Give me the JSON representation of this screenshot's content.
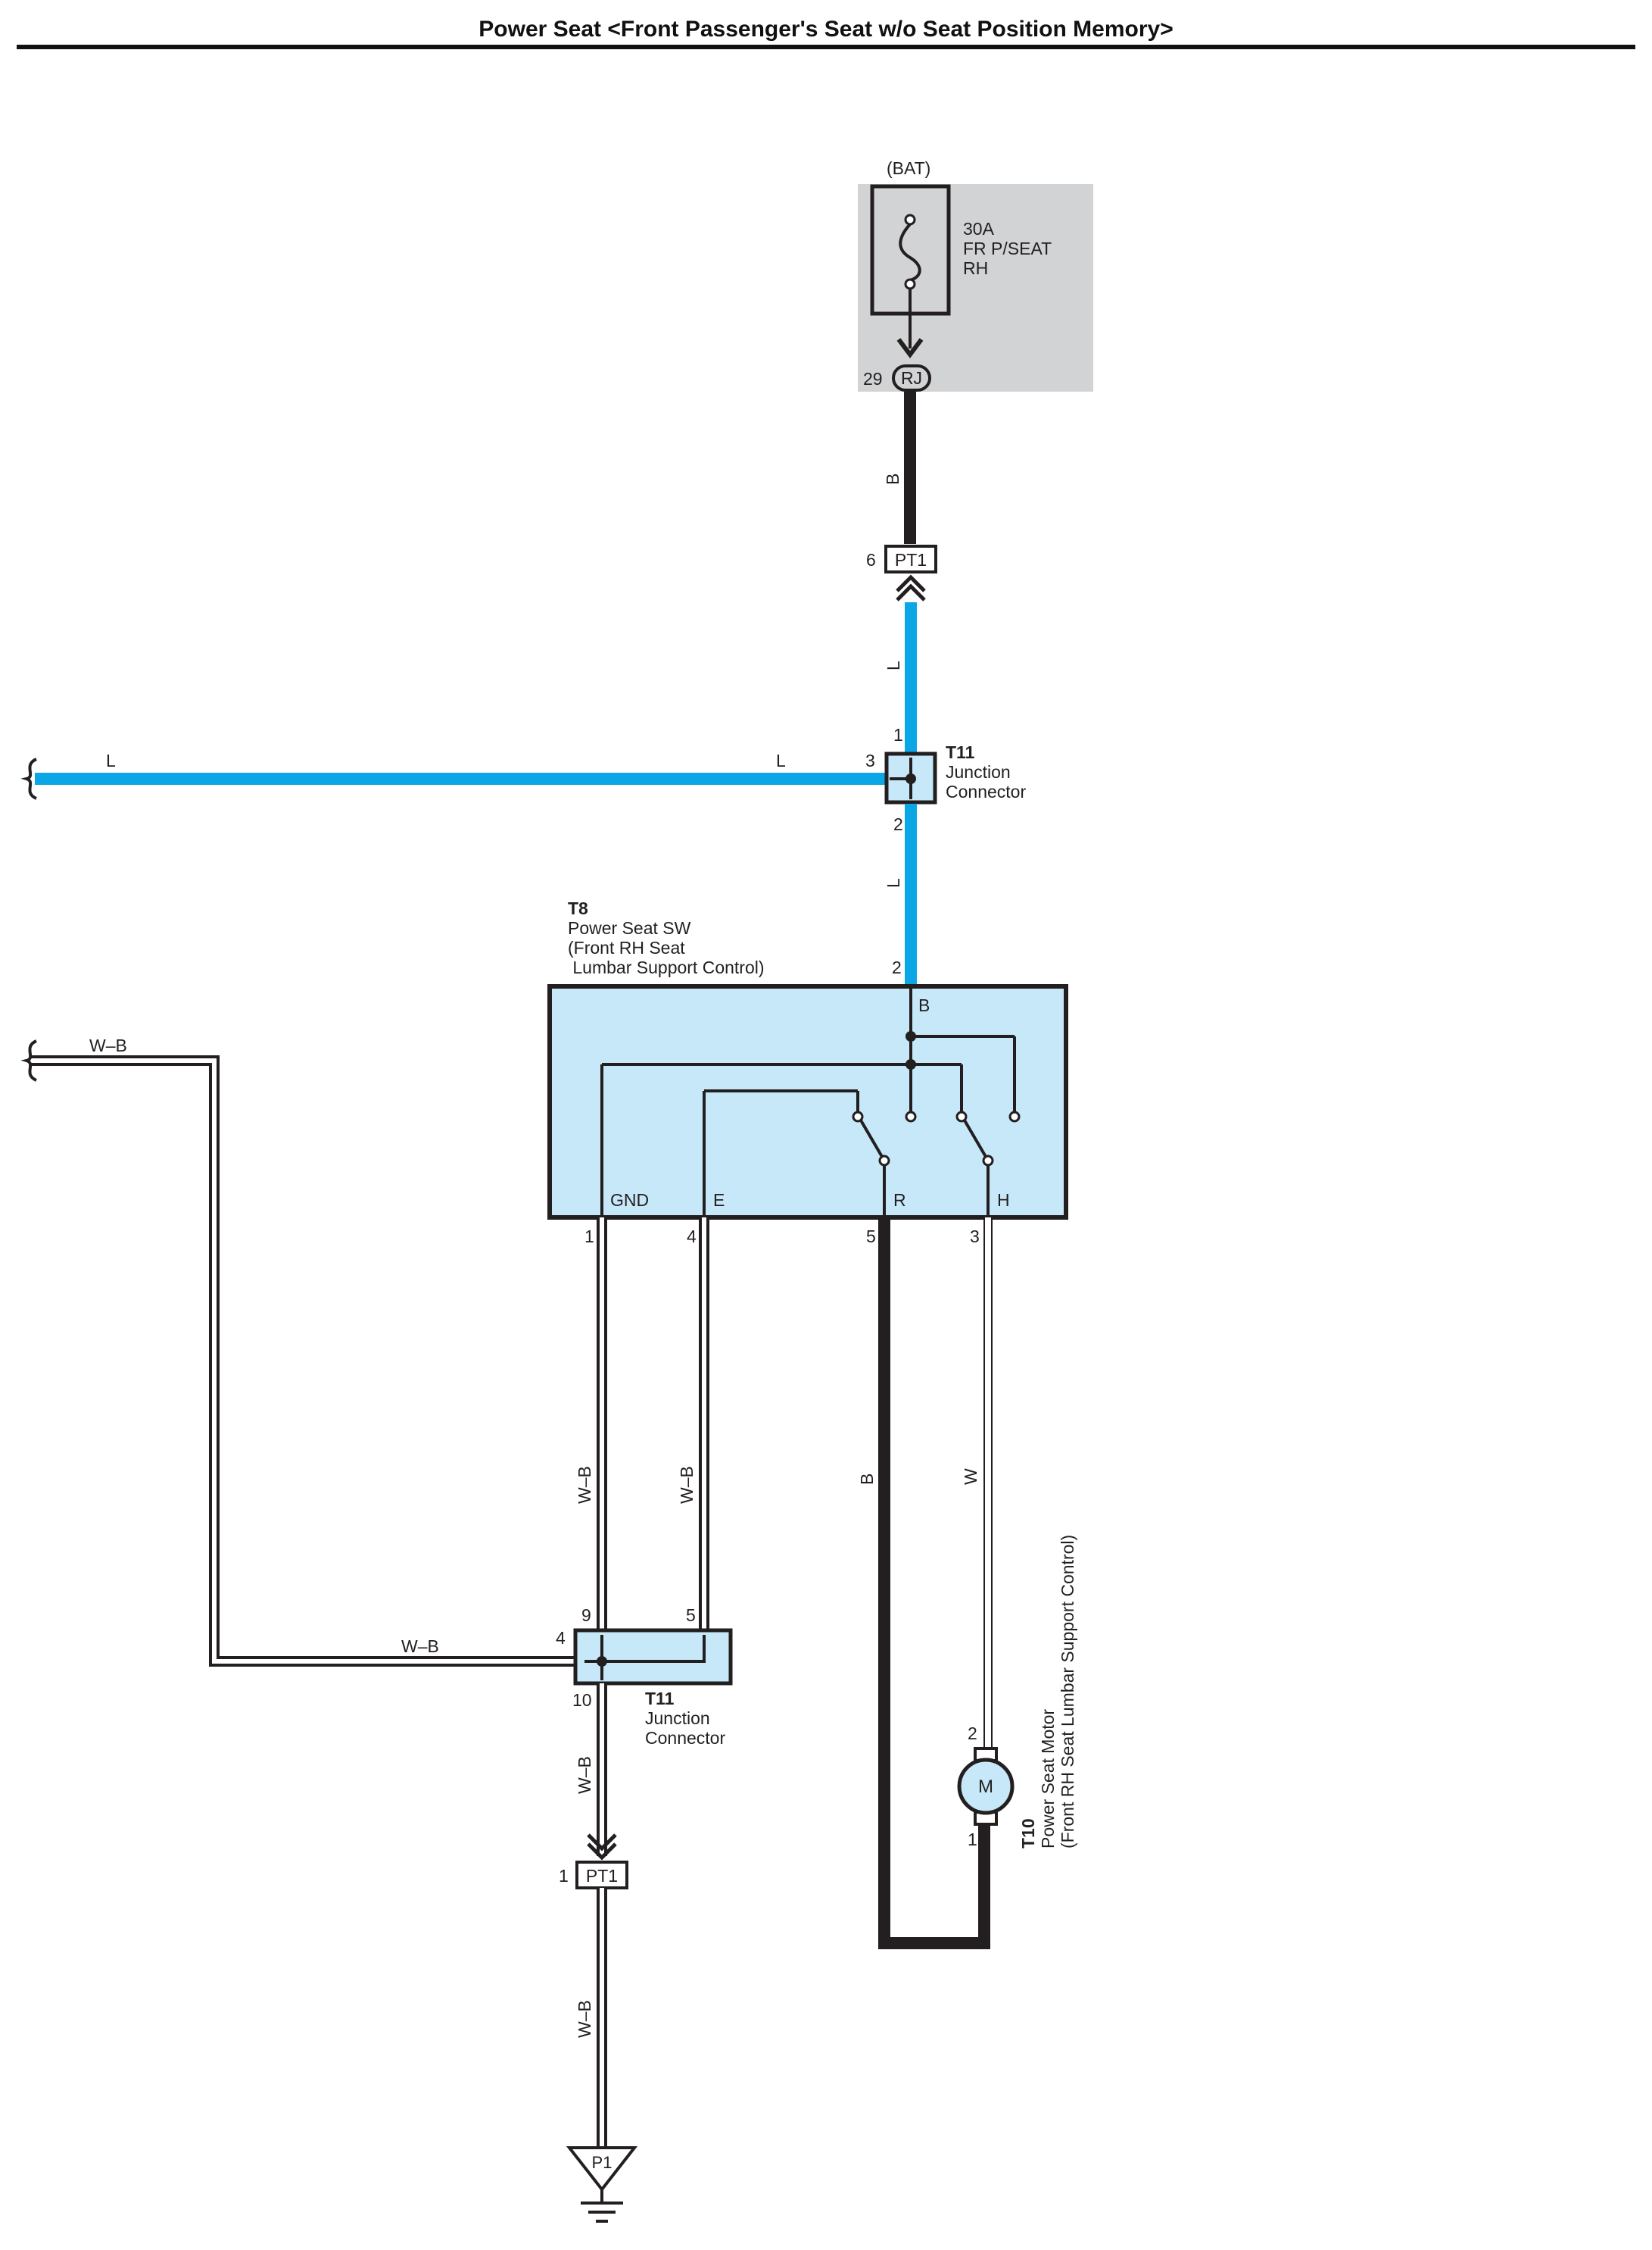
{
  "title": "Power Seat <Front Passenger's Seat w/o Seat Position Memory>",
  "colors": {
    "wire_blue": "#0aa6e6",
    "wire_black": "#231f20",
    "component_fill": "#c6e8f8",
    "fuse_box_fill": "#d1d3d4"
  },
  "fuse": {
    "source": "(BAT)",
    "rating": "30A",
    "name_line1": "FR P/SEAT",
    "name_line2": "RH",
    "connector": "RJ",
    "pin": "29"
  },
  "connector_pt1_top": {
    "label": "PT1",
    "pin": "6"
  },
  "connector_pt1_bottom": {
    "label": "PT1",
    "pin": "1"
  },
  "ground": {
    "label": "P1"
  },
  "junction_top": {
    "id": "T11",
    "name_line1": "Junction",
    "name_line2": "Connector",
    "pins": {
      "top": "1",
      "left": "3",
      "bottom": "2"
    }
  },
  "junction_bottom": {
    "id": "T11",
    "name_line1": "Junction",
    "name_line2": "Connector",
    "pins": {
      "top_left": "9",
      "top_right": "5",
      "left": "4",
      "bottom": "10"
    }
  },
  "switch": {
    "id": "T8",
    "name_line1": "Power Seat SW",
    "name_line2": "(Front RH Seat",
    "name_line3": " Lumbar Support Control)",
    "input_pin": "2",
    "terminals": {
      "b": "B",
      "gnd": "GND",
      "e": "E",
      "r": "R",
      "h": "H"
    },
    "pins": {
      "gnd": "1",
      "e": "4",
      "r": "5",
      "h": "3"
    }
  },
  "motor": {
    "id": "T10",
    "name_line1": "Power Seat Motor",
    "name_line2": "(Front RH Seat Lumbar Support Control)",
    "symbol": "M",
    "pins": {
      "top": "2",
      "bottom": "1"
    }
  },
  "wire_labels": {
    "fuse_to_pt1": "B",
    "pt1_to_junction": "L",
    "left_branch_near": "L",
    "left_branch_far": "L",
    "junction_to_switch": "L",
    "left_ground_far": "W–B",
    "left_ground_near": "W–B",
    "gnd_wire": "W–B",
    "e_wire": "W–B",
    "junction_to_pt1": "W–B",
    "pt1_to_ground": "W–B",
    "r_wire": "B",
    "h_wire": "W"
  }
}
